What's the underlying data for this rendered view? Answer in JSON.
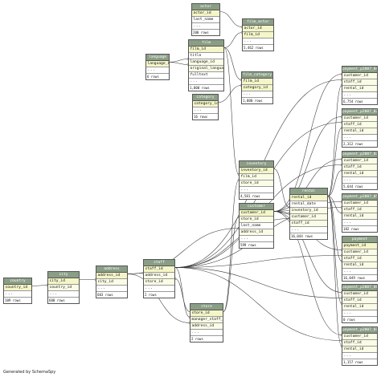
{
  "diagram": {
    "generated_by": "Generated by SchemaSpy",
    "tables": [
      {
        "name": "actor",
        "columns": [
          {
            "n": "actor_id",
            "k": "pk"
          },
          {
            "n": "last_name",
            "k": "col"
          }
        ],
        "rows": "200 rows"
      },
      {
        "name": "film_actor",
        "columns": [
          {
            "n": "actor_id",
            "k": "pk"
          },
          {
            "n": "film_id",
            "k": "pk"
          }
        ],
        "rows": "5,462 rows"
      },
      {
        "name": "film",
        "columns": [
          {
            "n": "film_id",
            "k": "pk"
          },
          {
            "n": "title",
            "k": "col"
          },
          {
            "n": "language_id",
            "k": "fk"
          },
          {
            "n": "original_language_id",
            "k": "fk"
          },
          {
            "n": "fulltext",
            "k": "col"
          }
        ],
        "rows": "1,000 rows"
      },
      {
        "name": "language",
        "columns": [
          {
            "n": "language_id",
            "k": "pk"
          }
        ],
        "rows": "6 rows"
      },
      {
        "name": "film_category",
        "columns": [
          {
            "n": "film_id",
            "k": "pk"
          },
          {
            "n": "category_id",
            "k": "pk"
          }
        ],
        "rows": "1,000 rows"
      },
      {
        "name": "category",
        "columns": [
          {
            "n": "category_id",
            "k": "pk"
          }
        ],
        "rows": "16 rows"
      },
      {
        "name": "inventory",
        "columns": [
          {
            "n": "inventory_id",
            "k": "pk"
          },
          {
            "n": "film_id",
            "k": "fk"
          },
          {
            "n": "store_id",
            "k": "fk"
          }
        ],
        "rows": "4,581 rows"
      },
      {
        "name": "customer",
        "columns": [
          {
            "n": "customer_id",
            "k": "pk"
          },
          {
            "n": "store_id",
            "k": "fk"
          },
          {
            "n": "last_name",
            "k": "col"
          },
          {
            "n": "address_id",
            "k": "fk"
          }
        ],
        "rows": "599 rows"
      },
      {
        "name": "rental",
        "columns": [
          {
            "n": "rental_id",
            "k": "pk"
          },
          {
            "n": "rental_date",
            "k": "col"
          },
          {
            "n": "inventory_id",
            "k": "fk"
          },
          {
            "n": "customer_id",
            "k": "fk"
          },
          {
            "n": "staff_id",
            "k": "fk"
          }
        ],
        "rows": "16,044 rows"
      },
      {
        "name": "country",
        "columns": [
          {
            "n": "country_id",
            "k": "pk"
          }
        ],
        "rows": "109 rows"
      },
      {
        "name": "city",
        "columns": [
          {
            "n": "city_id",
            "k": "pk"
          },
          {
            "n": "country_id",
            "k": "fk"
          }
        ],
        "rows": "600 rows"
      },
      {
        "name": "address",
        "columns": [
          {
            "n": "address_id",
            "k": "pk"
          },
          {
            "n": "city_id",
            "k": "fk"
          }
        ],
        "rows": "603 rows"
      },
      {
        "name": "staff",
        "columns": [
          {
            "n": "staff_id",
            "k": "pk"
          },
          {
            "n": "address_id",
            "k": "fk"
          },
          {
            "n": "store_id",
            "k": "fk"
          }
        ],
        "rows": "2 rows"
      },
      {
        "name": "store",
        "columns": [
          {
            "n": "store_id",
            "k": "pk"
          },
          {
            "n": "manager_staff_id",
            "k": "fk"
          },
          {
            "n": "address_id",
            "k": "fk"
          }
        ],
        "rows": "2 rows"
      },
      {
        "name": "payment_p2007_04",
        "columns": [
          {
            "n": "customer_id",
            "k": "fk"
          },
          {
            "n": "staff_id",
            "k": "fk"
          },
          {
            "n": "rental_id",
            "k": "fk"
          }
        ],
        "rows": "6,754 rows"
      },
      {
        "name": "payment_p2007_02",
        "columns": [
          {
            "n": "customer_id",
            "k": "fk"
          },
          {
            "n": "staff_id",
            "k": "fk"
          },
          {
            "n": "rental_id",
            "k": "fk"
          }
        ],
        "rows": "2,312 rows"
      },
      {
        "name": "payment_p2007_03",
        "columns": [
          {
            "n": "customer_id",
            "k": "fk"
          },
          {
            "n": "staff_id",
            "k": "fk"
          },
          {
            "n": "rental_id",
            "k": "fk"
          }
        ],
        "rows": "5,644 rows"
      },
      {
        "name": "payment_p2007_05",
        "columns": [
          {
            "n": "customer_id",
            "k": "fk"
          },
          {
            "n": "staff_id",
            "k": "fk"
          },
          {
            "n": "rental_id",
            "k": "fk"
          }
        ],
        "rows": "182 rows"
      },
      {
        "name": "payment",
        "columns": [
          {
            "n": "payment_id",
            "k": "pk"
          },
          {
            "n": "customer_id",
            "k": "fk"
          },
          {
            "n": "staff_id",
            "k": "fk"
          },
          {
            "n": "rental_id",
            "k": "fk"
          }
        ],
        "rows": "16,049 rows"
      },
      {
        "name": "payment_p2007_06",
        "columns": [
          {
            "n": "customer_id",
            "k": "fk"
          },
          {
            "n": "staff_id",
            "k": "fk"
          },
          {
            "n": "rental_id",
            "k": "fk"
          }
        ],
        "rows": "0 rows"
      },
      {
        "name": "payment_p2007_01",
        "columns": [
          {
            "n": "customer_id",
            "k": "fk"
          },
          {
            "n": "staff_id",
            "k": "fk"
          },
          {
            "n": "rental_id",
            "k": "fk"
          }
        ],
        "rows": "1,157 rows"
      }
    ],
    "relationships": [
      {
        "from": "film_actor.actor_id",
        "to": "actor.actor_id"
      },
      {
        "from": "film_actor.film_id",
        "to": "film.film_id"
      },
      {
        "from": "film.language_id",
        "to": "language.language_id"
      },
      {
        "from": "film.original_language_id",
        "to": "language.language_id"
      },
      {
        "from": "film_category.film_id",
        "to": "film.film_id"
      },
      {
        "from": "film_category.category_id",
        "to": "category.category_id"
      },
      {
        "from": "inventory.film_id",
        "to": "film.film_id"
      },
      {
        "from": "inventory.store_id",
        "to": "store.store_id"
      },
      {
        "from": "customer.store_id",
        "to": "store.store_id"
      },
      {
        "from": "customer.address_id",
        "to": "address.address_id"
      },
      {
        "from": "rental.inventory_id",
        "to": "inventory.inventory_id"
      },
      {
        "from": "rental.customer_id",
        "to": "customer.customer_id"
      },
      {
        "from": "rental.staff_id",
        "to": "staff.staff_id"
      },
      {
        "from": "city.country_id",
        "to": "country.country_id"
      },
      {
        "from": "address.city_id",
        "to": "city.city_id"
      },
      {
        "from": "staff.address_id",
        "to": "address.address_id"
      },
      {
        "from": "staff.store_id",
        "to": "store.store_id"
      },
      {
        "from": "store.manager_staff_id",
        "to": "staff.staff_id"
      },
      {
        "from": "store.address_id",
        "to": "address.address_id"
      },
      {
        "from": "payment_p2007_04.customer_id",
        "to": "customer.customer_id"
      },
      {
        "from": "payment_p2007_04.staff_id",
        "to": "staff.staff_id"
      },
      {
        "from": "payment_p2007_04.rental_id",
        "to": "rental.rental_id"
      },
      {
        "from": "payment_p2007_02.customer_id",
        "to": "customer.customer_id"
      },
      {
        "from": "payment_p2007_02.staff_id",
        "to": "staff.staff_id"
      },
      {
        "from": "payment_p2007_02.rental_id",
        "to": "rental.rental_id"
      },
      {
        "from": "payment_p2007_03.customer_id",
        "to": "customer.customer_id"
      },
      {
        "from": "payment_p2007_03.staff_id",
        "to": "staff.staff_id"
      },
      {
        "from": "payment_p2007_03.rental_id",
        "to": "rental.rental_id"
      },
      {
        "from": "payment_p2007_05.customer_id",
        "to": "customer.customer_id"
      },
      {
        "from": "payment_p2007_05.staff_id",
        "to": "staff.staff_id"
      },
      {
        "from": "payment_p2007_05.rental_id",
        "to": "rental.rental_id"
      },
      {
        "from": "payment.customer_id",
        "to": "customer.customer_id"
      },
      {
        "from": "payment.staff_id",
        "to": "staff.staff_id"
      },
      {
        "from": "payment.rental_id",
        "to": "rental.rental_id"
      },
      {
        "from": "payment_p2007_06.customer_id",
        "to": "customer.customer_id"
      },
      {
        "from": "payment_p2007_06.staff_id",
        "to": "staff.staff_id"
      },
      {
        "from": "payment_p2007_06.rental_id",
        "to": "rental.rental_id"
      },
      {
        "from": "payment_p2007_01.customer_id",
        "to": "customer.customer_id"
      },
      {
        "from": "payment_p2007_01.staff_id",
        "to": "staff.staff_id"
      },
      {
        "from": "payment_p2007_01.rental_id",
        "to": "rental.rental_id"
      }
    ]
  }
}
